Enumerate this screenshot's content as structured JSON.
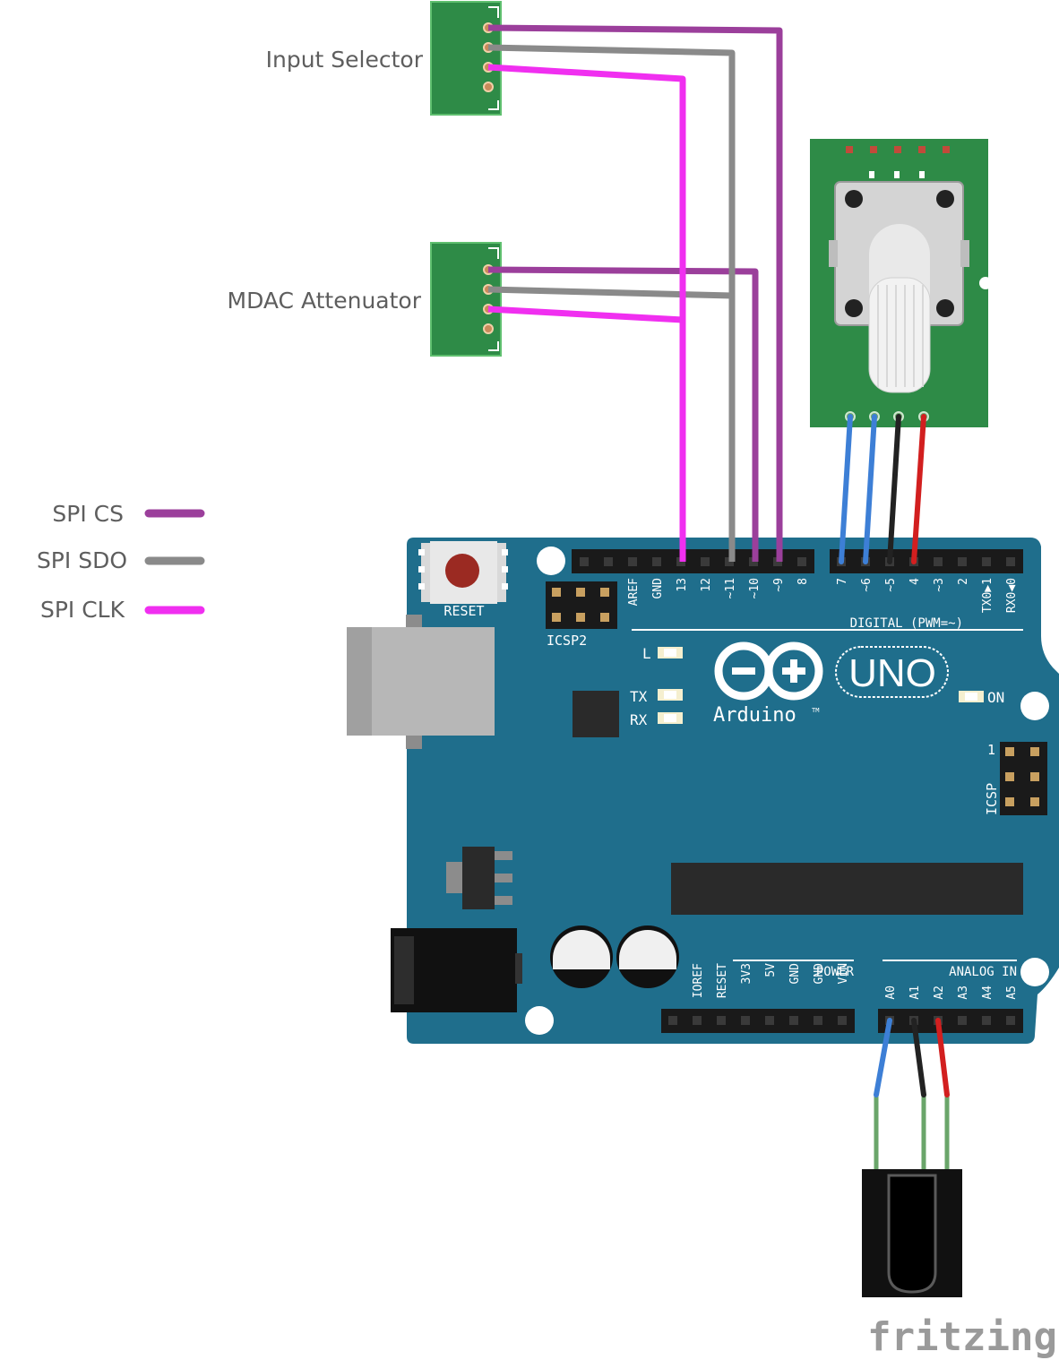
{
  "labels": {
    "input_selector": "Input Selector",
    "mdac_attenuator": "MDAC Attenuator"
  },
  "legend": [
    {
      "label": "SPI CS",
      "color": "#9b3f9b"
    },
    {
      "label": "SPI SDO",
      "color": "#8a8a8a"
    },
    {
      "label": "SPI CLK",
      "color": "#f02ff0"
    }
  ],
  "arduino": {
    "reset": "RESET",
    "icsp2": "ICSP2",
    "icsp": "ICSP",
    "icsp_pin1": "1",
    "led_l": "L",
    "led_tx": "TX",
    "led_rx": "RX",
    "led_on": "ON",
    "logo_uno": "UNO",
    "logo_name": "Arduino",
    "logo_tm": "TM",
    "digital_label": "DIGITAL (PWM=~)",
    "power_label": "POWER",
    "analog_label": "ANALOG IN",
    "digital_pins_left": [
      "AREF",
      "GND",
      "13",
      "12",
      "~11",
      "~10",
      "~9",
      "8"
    ],
    "digital_pins_right": [
      "7",
      "~6",
      "~5",
      "4",
      "~3",
      "2",
      "TX0▶1",
      "RX0◀0"
    ],
    "power_pins": [
      "IOREF",
      "RESET",
      "3V3",
      "5V",
      "GND",
      "GND",
      "VIN"
    ],
    "analog_pins": [
      "A0",
      "A1",
      "A2",
      "A3",
      "A4",
      "A5"
    ]
  },
  "watermark": "fritzing",
  "colors": {
    "board": "#1f6e8c",
    "module_green": "#2e8b47",
    "wire_cs": "#9b3f9b",
    "wire_sdo": "#8a8a8a",
    "wire_clk": "#f02ff0",
    "wire_blue": "#3d7fd6",
    "wire_black": "#222222",
    "wire_red": "#d21f1f",
    "wire_green": "#6aa56a"
  }
}
